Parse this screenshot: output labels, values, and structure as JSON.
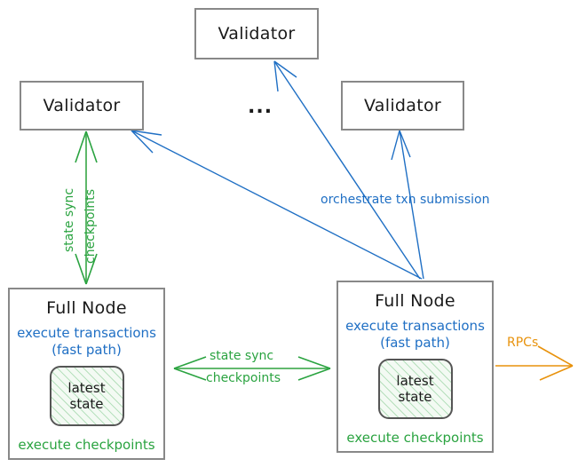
{
  "diagram": {
    "title_hidden": true,
    "colors": {
      "box_border": "#888888",
      "text_dark": "#1a1a1a",
      "blue": "#1f6fc4",
      "green": "#2aa340",
      "orange": "#e8920c",
      "chip_fill": "#f3faf3"
    },
    "nodes": {
      "validator_top": {
        "label": "Validator"
      },
      "validator_left": {
        "label": "Validator"
      },
      "validator_right": {
        "label": "Validator"
      },
      "ellipsis": {
        "label": "..."
      },
      "fullnode_left": {
        "title": "Full Node",
        "blue_line1": "execute transactions",
        "blue_line2": "(fast path)",
        "chip_line1": "latest",
        "chip_line2": "state",
        "green_line": "execute checkpoints"
      },
      "fullnode_right": {
        "title": "Full Node",
        "blue_line1": "execute transactions",
        "blue_line2": "(fast path)",
        "chip_line1": "latest",
        "chip_line2": "state",
        "green_line": "execute checkpoints"
      }
    },
    "edges": {
      "orchestrate": {
        "label": "orchestrate txn submission",
        "color": "blue"
      },
      "state_sync_horizontal": {
        "label_line1": "state sync",
        "label_line2": "checkpoints",
        "color": "green"
      },
      "state_sync_vertical": {
        "label_left": "state sync",
        "label_right": "checkpoints",
        "color": "green"
      },
      "rpcs": {
        "label": "RPCs",
        "color": "orange"
      }
    }
  }
}
